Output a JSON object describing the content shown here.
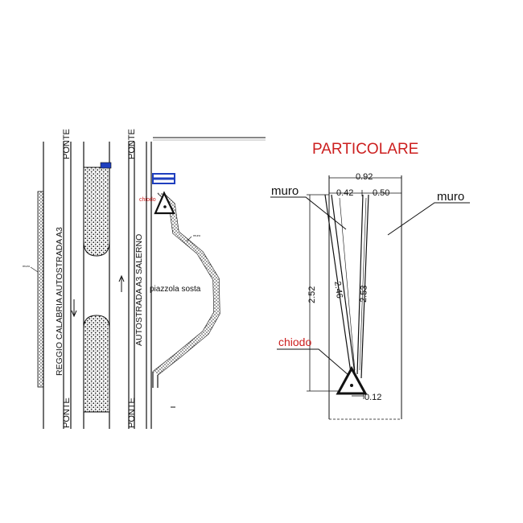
{
  "plan": {
    "road_labels": {
      "ponte": "PONTE",
      "reggio": "REGGIO CALABRIA AUTOSTRADA A3",
      "salerno": "AUTOSTRADA A3 SALERNO"
    },
    "piazzola": "piazzola sosta",
    "chiodo_small": "chiodo",
    "muro_small": "muro"
  },
  "detail": {
    "title": "PARTICOLARE",
    "muro_left": "muro",
    "muro_right": "muro",
    "chiodo": "chiodo",
    "dims": {
      "total_width": "0.92",
      "left_width": "0.42",
      "right_width": "0.50",
      "height_left": "2.52",
      "diag_left": "2.46",
      "diag_right": "2.53",
      "bottom": "0.12"
    }
  },
  "colors": {
    "accent_red": "#cc1f1f",
    "sign_blue": "#1f3fbf",
    "line": "#111111"
  }
}
